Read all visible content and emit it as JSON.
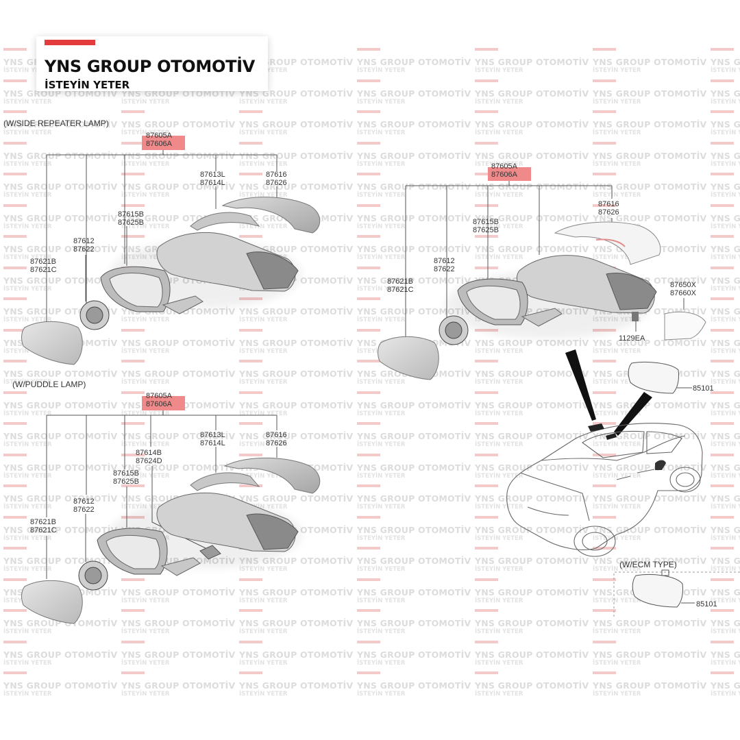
{
  "brand": {
    "name": "YNS GROUP OTOMOTİV",
    "slogan": "İSTEYİN YETER",
    "accent_color": "#e23c3c"
  },
  "watermark": {
    "line1": "YNS GROUP OTOMOTİV",
    "line2": "İSTEYİN YETER"
  },
  "highlight_color": "#f08a8a",
  "sections": {
    "side_repeater": {
      "title": "(W/SIDE REPEATER LAMP)",
      "assembly": [
        "87605A",
        "87606A"
      ],
      "cover": [
        "87613L",
        "87614L"
      ],
      "scalp": [
        "87616",
        "87626"
      ],
      "housing": [
        "87615B",
        "87625B"
      ],
      "actuator": [
        "87612",
        "87622"
      ],
      "glass": [
        "87621B",
        "87621C"
      ]
    },
    "puddle": {
      "title": "(W/PUDDLE LAMP)",
      "assembly": [
        "87605A",
        "87606A"
      ],
      "cover": [
        "87613L",
        "87614L"
      ],
      "scalp": [
        "87616",
        "87626"
      ],
      "lamp": [
        "87614B",
        "87624D"
      ],
      "housing": [
        "87615B",
        "87625B"
      ],
      "actuator": [
        "87612",
        "87622"
      ],
      "glass": [
        "87621B",
        "87621C"
      ]
    },
    "standard": {
      "assembly": [
        "87605A",
        "87606A"
      ],
      "scalp": [
        "87616",
        "87626"
      ],
      "housing": [
        "87615B",
        "87625B"
      ],
      "actuator": [
        "87612",
        "87622"
      ],
      "glass": [
        "87621B",
        "87621C"
      ],
      "cover": [
        "87650X",
        "87660X"
      ],
      "clip": "1129EA",
      "inside_mirror": "85101"
    },
    "ecm": {
      "title": "(W/ECM TYPE)",
      "inside_mirror": "85101"
    }
  }
}
